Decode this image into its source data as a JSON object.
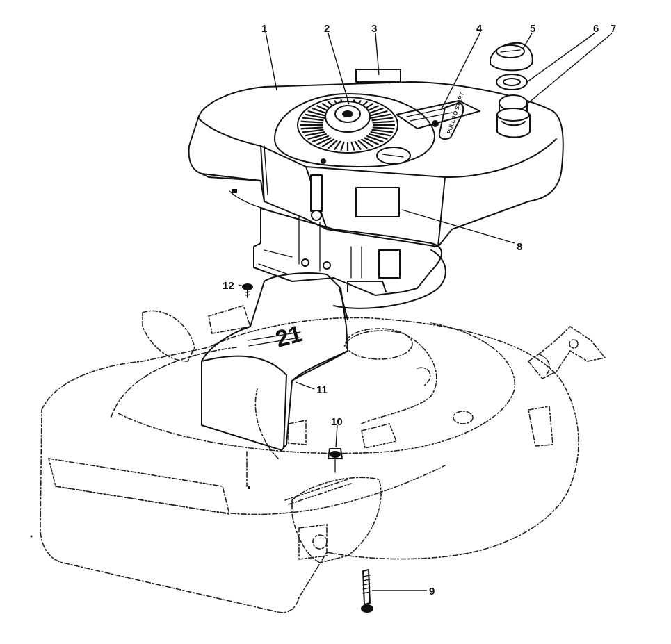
{
  "callouts": [
    {
      "id": "c1",
      "label": "1"
    },
    {
      "id": "c2",
      "label": "2"
    },
    {
      "id": "c3",
      "label": "3"
    },
    {
      "id": "c4",
      "label": "4"
    },
    {
      "id": "c5",
      "label": "5"
    },
    {
      "id": "c6",
      "label": "6"
    },
    {
      "id": "c7",
      "label": "7"
    },
    {
      "id": "c8",
      "label": "8"
    },
    {
      "id": "c9",
      "label": "9"
    },
    {
      "id": "c10",
      "label": "10"
    },
    {
      "id": "c11",
      "label": "11"
    },
    {
      "id": "c12",
      "label": "12"
    }
  ],
  "markings": {
    "deck_size": "21",
    "recoil_label": "PULL TO START"
  }
}
